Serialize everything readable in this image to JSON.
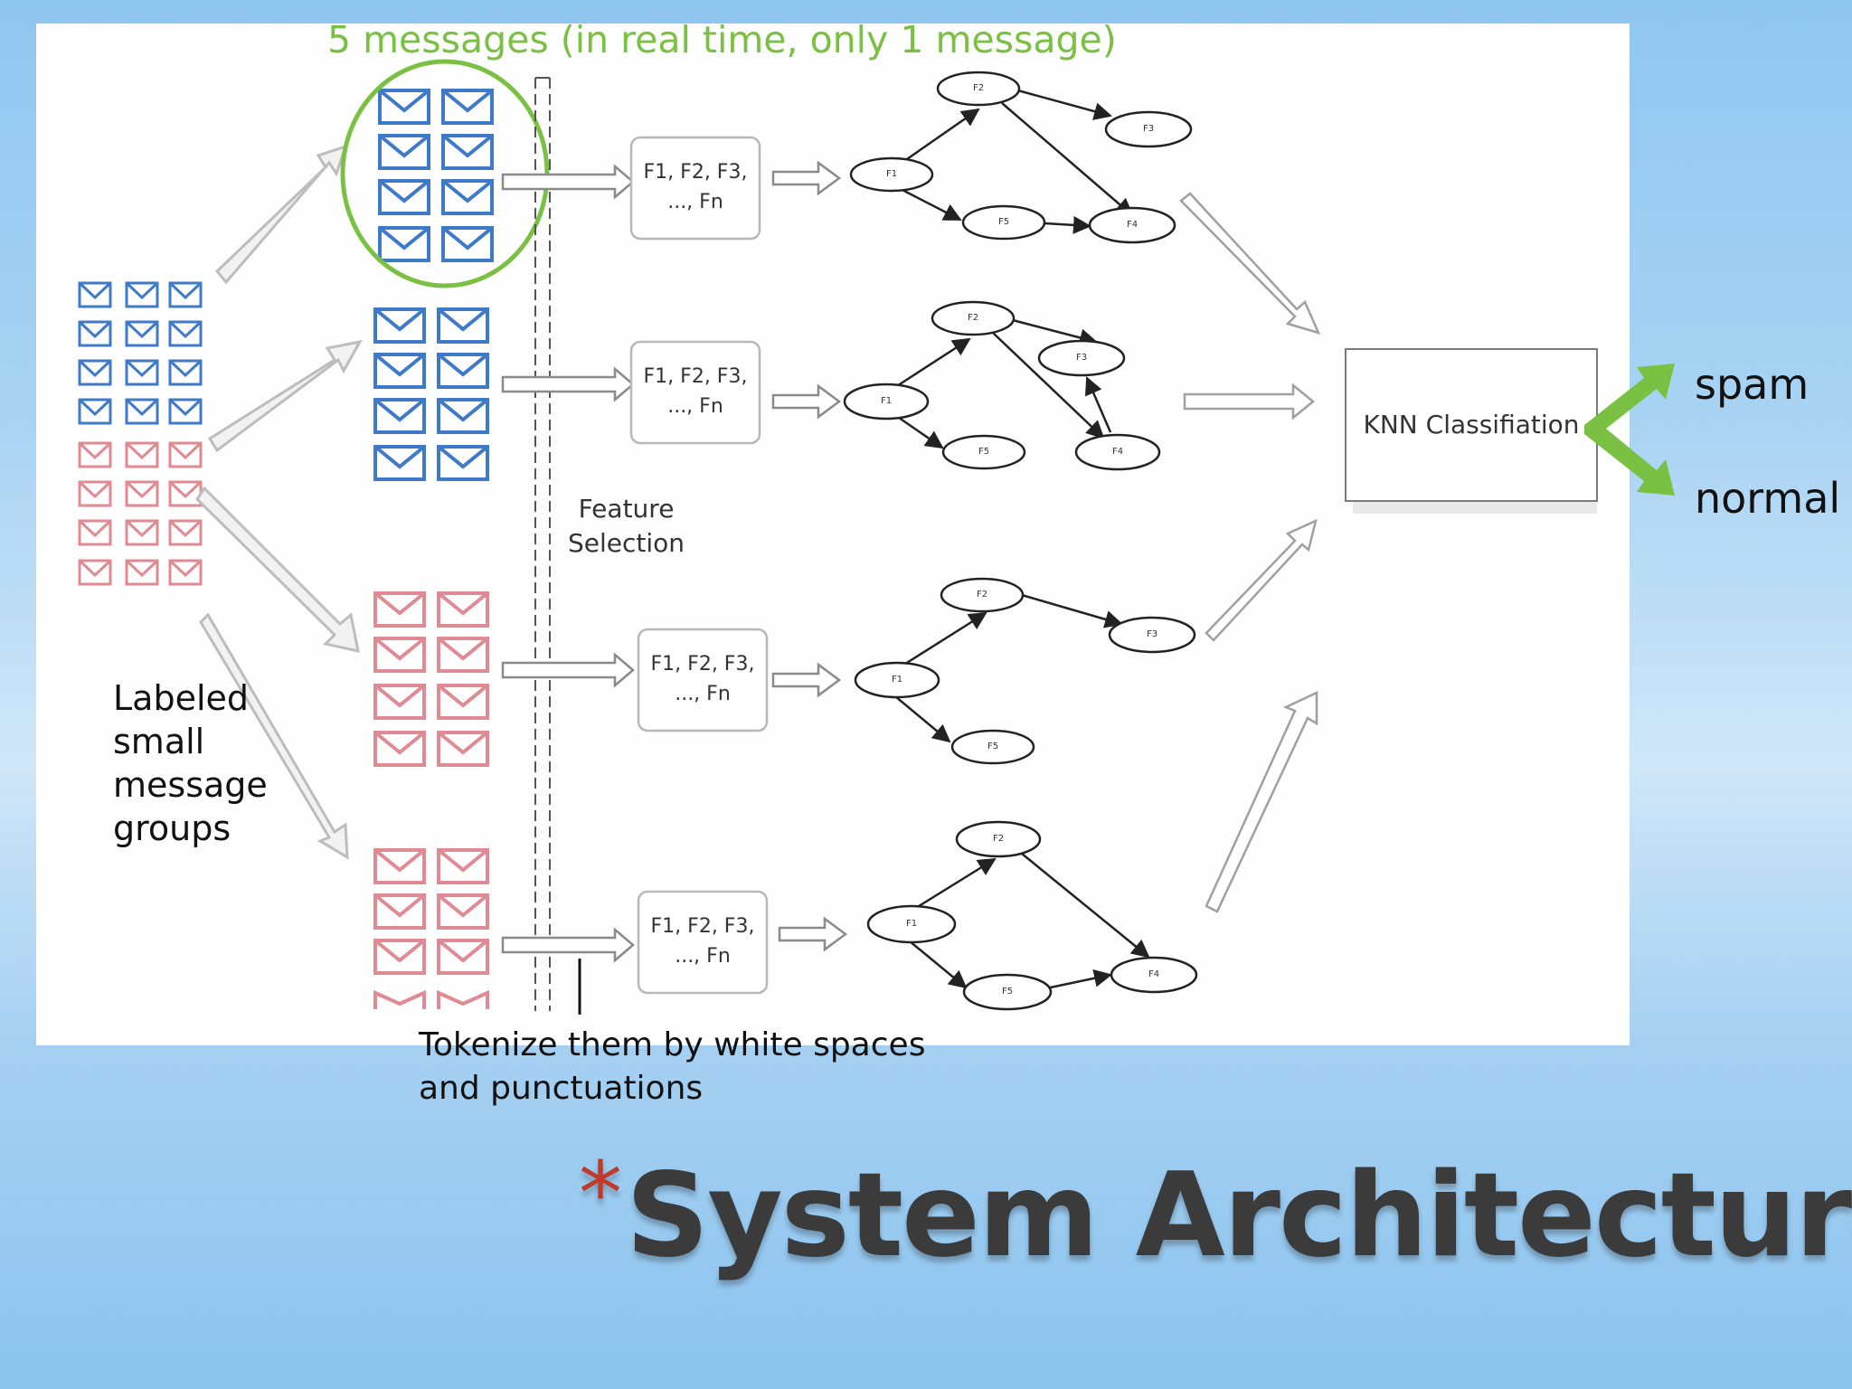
{
  "annotations": {
    "message_group_note": "5 messages (in real time, only 1 message)",
    "labeled_groups": "Labeled small message groups",
    "tokenize_note": "Tokenize them by white spaces\nand punctuations",
    "feature_selection": "Feature\nSelection"
  },
  "feature_boxes": [
    "F1, F2, F3,\n..., Fn",
    "F1, F2, F3,\n..., Fn",
    "F1, F2, F3,\n..., Fn",
    "F1, F2, F3,\n..., Fn"
  ],
  "graph_nodes": [
    "F1",
    "F2",
    "F3",
    "F4",
    "F5"
  ],
  "classifier": {
    "label": "KNN Classifiation"
  },
  "outputs": {
    "spam": "spam",
    "normal": "normal"
  },
  "title": "System Architecture",
  "colors": {
    "spam_blue": "#3f7ac9",
    "normal_red": "#e08a94",
    "highlight_green": "#7ac143",
    "title_asterisk": "#c0392b"
  }
}
